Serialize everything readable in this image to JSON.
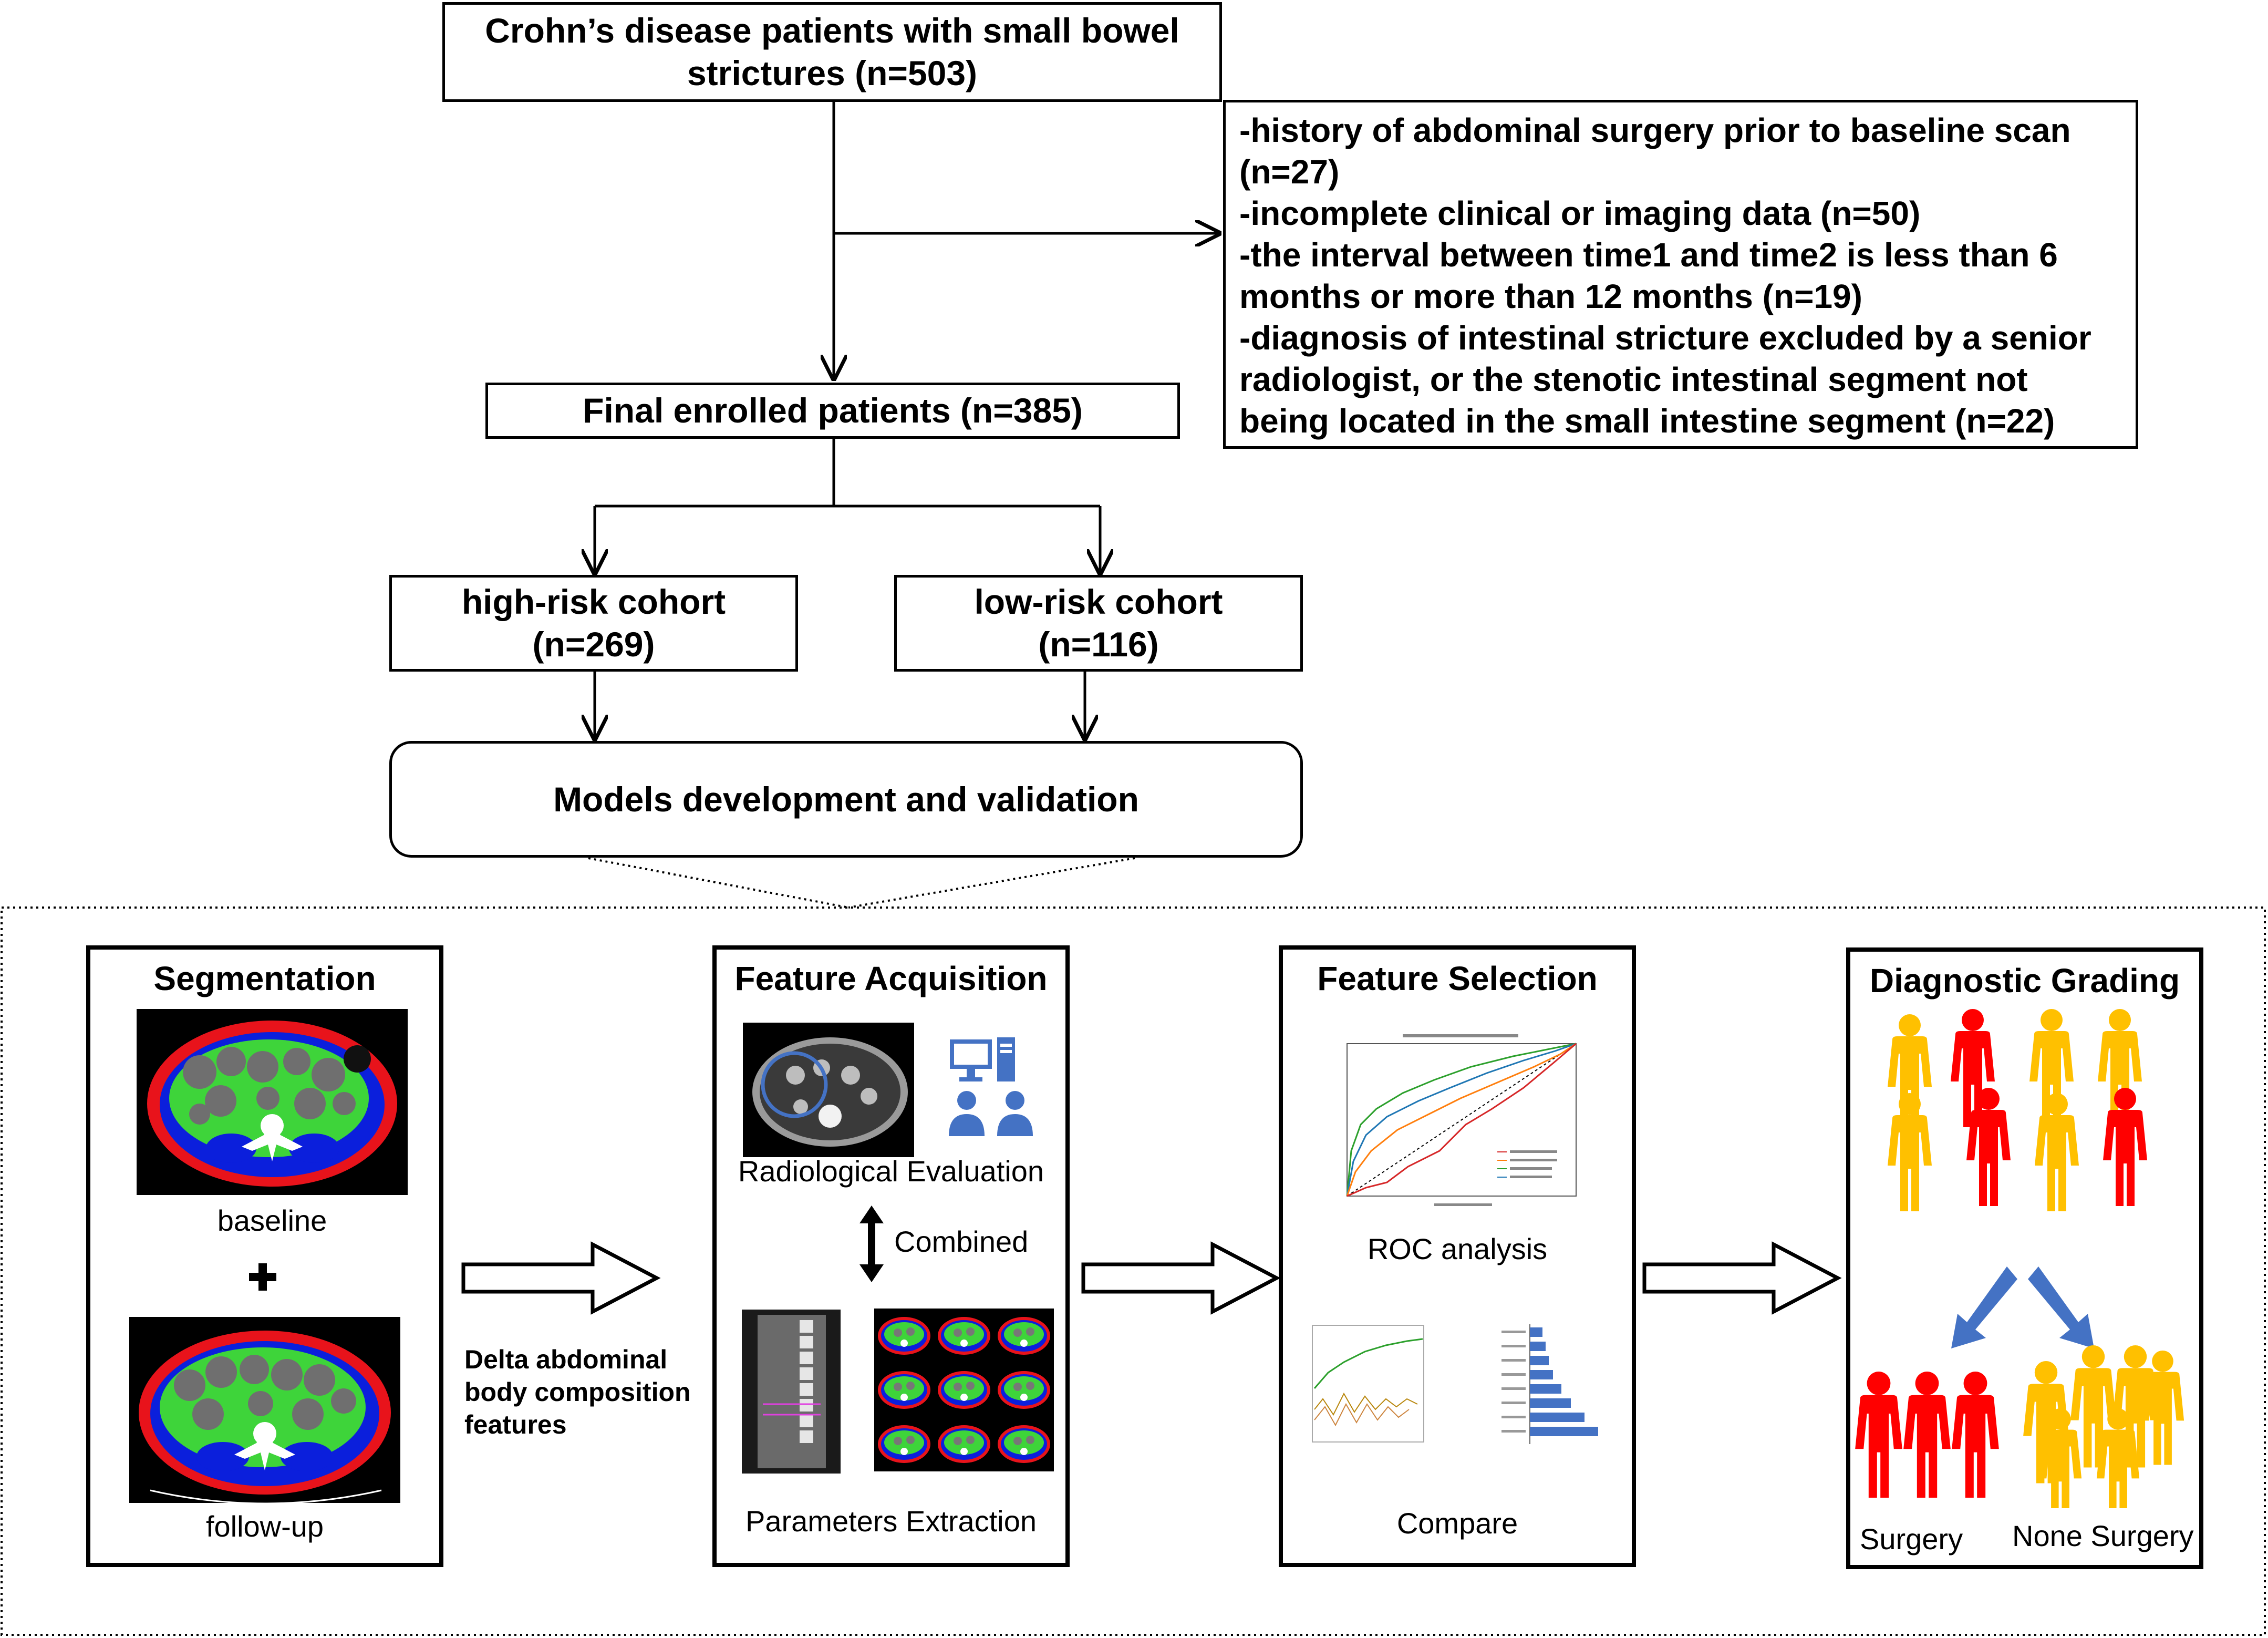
{
  "flow": {
    "top_box": [
      "Crohn’s disease patients with small bowel",
      "strictures (n=503)"
    ],
    "exclusion_box": [
      "-history of abdominal surgery prior to baseline scan",
      "(n=27)",
      "-incomplete clinical or imaging data (n=50)",
      "-the interval between time1 and time2 is less than 6",
      "months or more than 12 months (n=19)",
      "-diagnosis of intestinal stricture excluded by a senior",
      "radiologist, or the stenotic intestinal segment not",
      "being located in the small intestine segment (n=22)"
    ],
    "enrolled_box": "Final enrolled patients (n=385)",
    "high_risk": [
      "high-risk cohort",
      "(n=269)"
    ],
    "low_risk": [
      "low-risk cohort",
      "(n=116)"
    ],
    "models_box": "Models development and validation"
  },
  "panels": {
    "segmentation": {
      "title": "Segmentation",
      "baseline_label": "baseline",
      "followup_label": "follow-up"
    },
    "delta_label": [
      "Delta abdominal",
      "body composition",
      "features"
    ],
    "feature_acquisition": {
      "title": "Feature Acquisition",
      "radiological_label": "Radiological Evaluation",
      "combined_label": "Combined",
      "parameters_label": "Parameters Extraction"
    },
    "feature_selection": {
      "title": "Feature Selection",
      "roc_label": "ROC analysis",
      "compare_label": "Compare"
    },
    "diagnostic_grading": {
      "title": "Diagnostic Grading",
      "surgery_label": "Surgery",
      "none_surgery_label": "None Surgery"
    }
  },
  "colors": {
    "ct_red": "#e8131b",
    "ct_blue": "#0b1fdc",
    "ct_green": "#3ed43a",
    "people_red": "#ff0000",
    "people_yellow": "#ffc000",
    "accent_blue": "#4472c4"
  },
  "icons": {
    "plus": "plus-icon",
    "computer": "computer-icon",
    "users": "users-icon",
    "double_arrow": "double-arrow-icon",
    "people": "person-icon"
  }
}
